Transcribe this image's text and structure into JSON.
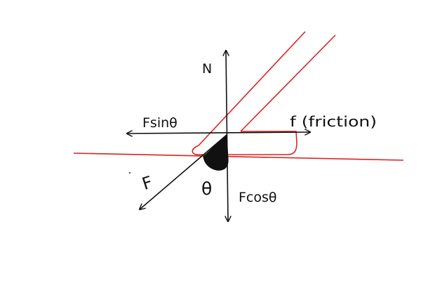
{
  "diagram": {
    "labels": {
      "normal_force": "N",
      "horizontal_component": "Fsinθ",
      "friction": "f (friction)",
      "applied_force": "F",
      "angle": "θ",
      "vertical_component": "Fcosθ"
    },
    "colors": {
      "ink": "#111111",
      "ground": "#d92323",
      "handle": "#d92323",
      "angle_fill": "#111111"
    }
  }
}
